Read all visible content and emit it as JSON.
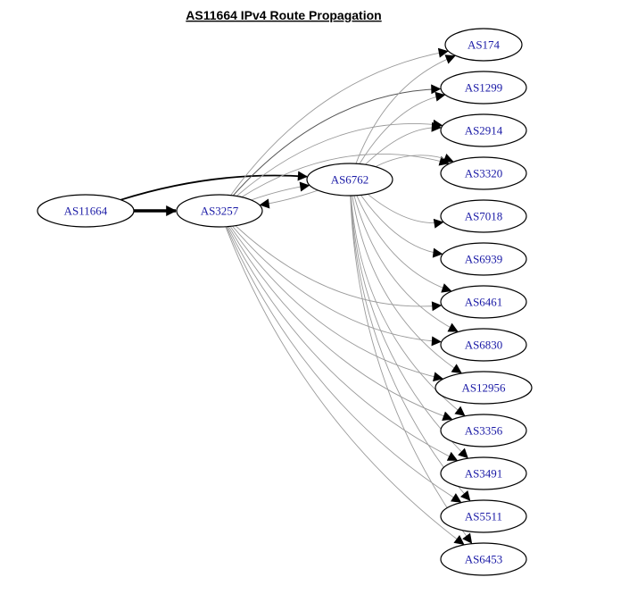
{
  "title": "AS11664 IPv4 Route Propagation",
  "colors": {
    "node_label": "#1a1aa6",
    "node_stroke": "#000000",
    "edge_primary": "#000000",
    "edge_secondary": "#9a9a9a",
    "edge_medium": "#555555"
  },
  "nodes": [
    {
      "id": "AS11664",
      "label": "AS11664"
    },
    {
      "id": "AS3257",
      "label": "AS3257"
    },
    {
      "id": "AS6762",
      "label": "AS6762"
    },
    {
      "id": "AS174",
      "label": "AS174"
    },
    {
      "id": "AS1299",
      "label": "AS1299"
    },
    {
      "id": "AS2914",
      "label": "AS2914"
    },
    {
      "id": "AS3320",
      "label": "AS3320"
    },
    {
      "id": "AS7018",
      "label": "AS7018"
    },
    {
      "id": "AS6939",
      "label": "AS6939"
    },
    {
      "id": "AS6461",
      "label": "AS6461"
    },
    {
      "id": "AS6830",
      "label": "AS6830"
    },
    {
      "id": "AS12956",
      "label": "AS12956"
    },
    {
      "id": "AS3356",
      "label": "AS3356"
    },
    {
      "id": "AS3491",
      "label": "AS3491"
    },
    {
      "id": "AS5511",
      "label": "AS5511"
    },
    {
      "id": "AS6453",
      "label": "AS6453"
    }
  ],
  "edges": [
    {
      "from": "AS11664",
      "to": "AS3257",
      "weight": "heavy"
    },
    {
      "from": "AS11664",
      "to": "AS6762",
      "weight": "medium"
    },
    {
      "from": "AS3257",
      "to": "AS6762",
      "weight": "light"
    },
    {
      "from": "AS6762",
      "to": "AS3257",
      "weight": "light"
    },
    {
      "from": "AS3257",
      "to": "AS174",
      "weight": "light"
    },
    {
      "from": "AS3257",
      "to": "AS1299",
      "weight": "dark"
    },
    {
      "from": "AS3257",
      "to": "AS2914",
      "weight": "light"
    },
    {
      "from": "AS3257",
      "to": "AS3320",
      "weight": "light"
    },
    {
      "from": "AS3257",
      "to": "AS6461",
      "weight": "light"
    },
    {
      "from": "AS3257",
      "to": "AS6830",
      "weight": "light"
    },
    {
      "from": "AS3257",
      "to": "AS12956",
      "weight": "light"
    },
    {
      "from": "AS3257",
      "to": "AS3356",
      "weight": "light"
    },
    {
      "from": "AS3257",
      "to": "AS3491",
      "weight": "light"
    },
    {
      "from": "AS3257",
      "to": "AS5511",
      "weight": "light"
    },
    {
      "from": "AS3257",
      "to": "AS6453",
      "weight": "light"
    },
    {
      "from": "AS6762",
      "to": "AS174",
      "weight": "light"
    },
    {
      "from": "AS6762",
      "to": "AS1299",
      "weight": "light"
    },
    {
      "from": "AS6762",
      "to": "AS2914",
      "weight": "light"
    },
    {
      "from": "AS6762",
      "to": "AS3320",
      "weight": "light"
    },
    {
      "from": "AS6762",
      "to": "AS7018",
      "weight": "light"
    },
    {
      "from": "AS6762",
      "to": "AS6939",
      "weight": "light"
    },
    {
      "from": "AS6762",
      "to": "AS6461",
      "weight": "light"
    },
    {
      "from": "AS6762",
      "to": "AS6830",
      "weight": "light"
    },
    {
      "from": "AS6762",
      "to": "AS12956",
      "weight": "light"
    },
    {
      "from": "AS6762",
      "to": "AS3356",
      "weight": "light"
    },
    {
      "from": "AS6762",
      "to": "AS3491",
      "weight": "light"
    },
    {
      "from": "AS6762",
      "to": "AS5511",
      "weight": "light"
    },
    {
      "from": "AS6762",
      "to": "AS6453",
      "weight": "light"
    }
  ]
}
